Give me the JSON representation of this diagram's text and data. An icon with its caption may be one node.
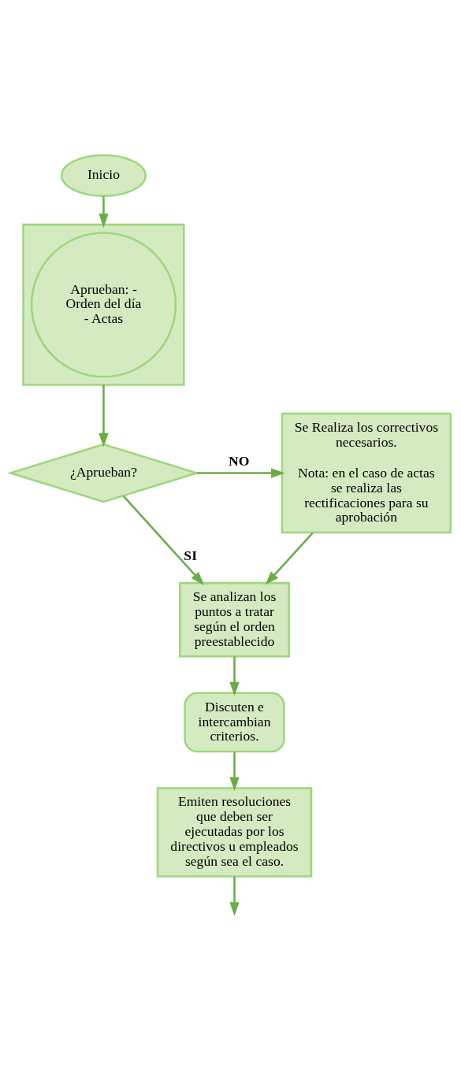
{
  "diagram": {
    "nodes": [
      {
        "text": [
          "Inicio"
        ]
      },
      {
        "text": [],
        "shape": "box"
      },
      {
        "text": [
          "Aprueban: - Orden del día - Actas"
        ],
        "in": 1
      },
      {
        "text": [
          "¿Aprueban?"
        ]
      },
      {
        "text": [
          "Se Realiza los correctivos necesarios.",
          "Nota: en el caso de actas se realiza las rectificaciones para su aprobación"
        ]
      },
      {
        "text": [
          "Se analizan los puntos a tratar según el orden preestablecido"
        ]
      },
      {
        "text": [
          "Discuten e intercambian criterios."
        ]
      },
      {
        "text": [
          "Emiten resoluciones que deben ser ejecutadas por los directivos u empleados según sea el caso."
        ]
      }
    ],
    "edges": [
      {
        "from": 0,
        "to": 1,
        "arrow": "to"
      },
      {
        "from": 1,
        "to": 3,
        "arrow": "to"
      },
      {
        "from": 3,
        "to": 4,
        "arrow": "to",
        "label": "NO"
      },
      {
        "from": 3,
        "to": 5,
        "arrow": "to",
        "label": "SI"
      },
      {
        "from": 4,
        "to": 5,
        "arrow": "to"
      },
      {
        "from": 5,
        "to": 6,
        "arrow": "to"
      },
      {
        "from": 6,
        "to": 7,
        "arrow": "to"
      },
      {
        "from": 7,
        "to": null,
        "arrow": "to"
      }
    ]
  }
}
